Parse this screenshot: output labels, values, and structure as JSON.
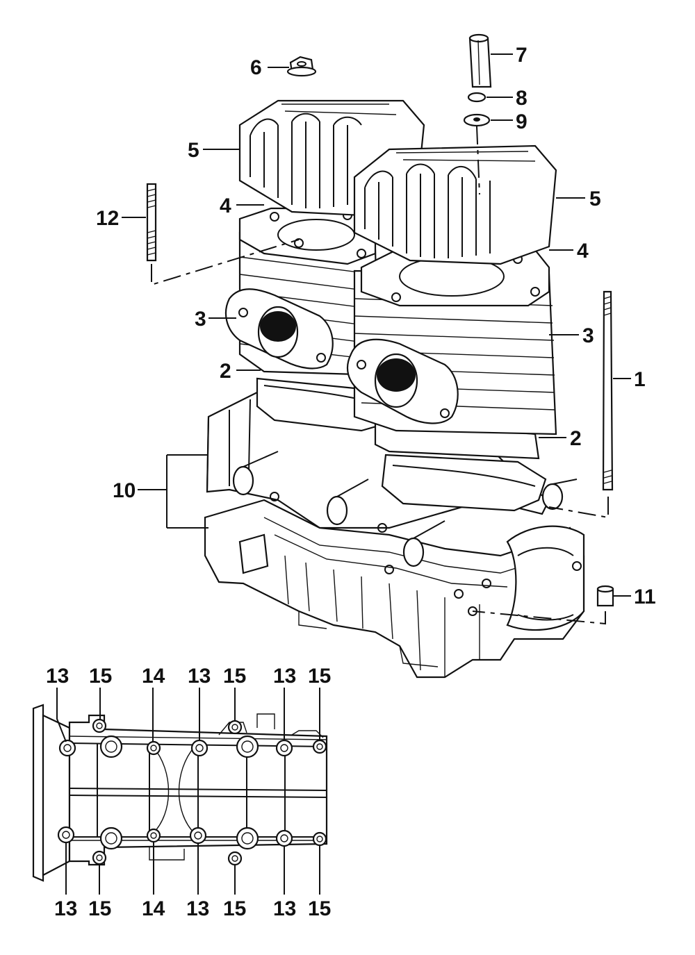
{
  "labels": {
    "p1": "1",
    "p2a": "2",
    "p2b": "2",
    "p3a": "3",
    "p3b": "3",
    "p4a": "4",
    "p4b": "4",
    "p5a": "5",
    "p5b": "5",
    "p6": "6",
    "p7": "7",
    "p8": "8",
    "p9": "9",
    "p10": "10",
    "p11": "11",
    "p12": "12",
    "bottom_top": [
      "13",
      "15",
      "14",
      "13",
      "15",
      "13",
      "15"
    ],
    "bottom_bot": [
      "13",
      "15",
      "14",
      "13",
      "15",
      "13",
      "15"
    ]
  },
  "colors": {
    "ink": "#111111",
    "paper": "#ffffff"
  }
}
